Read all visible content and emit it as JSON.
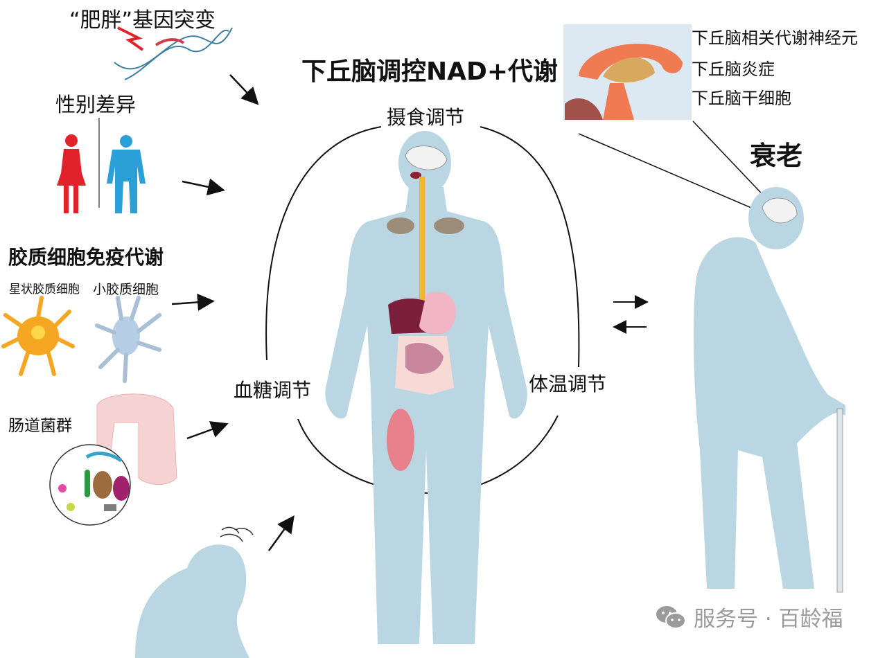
{
  "title": "下丘脑调控NAD+代谢",
  "left_factors": {
    "gene_mutation": "“肥胖”基因突变",
    "sex_difference": "性别差异",
    "glial_immune": {
      "title": "胶质细胞免疫代谢",
      "astrocyte": "星状胶质细胞",
      "microglia": "小胶质细胞"
    },
    "gut_microbiota": "肠道菌群"
  },
  "regulation_cycle": {
    "top": "摄食调节",
    "left": "血糖调节",
    "right": "体温调节"
  },
  "aging": {
    "label": "衰老",
    "brain_inset_labels": [
      "下丘脑相关代谢神经元",
      "下丘脑炎症",
      "下丘脑干细胞"
    ]
  },
  "watermark": {
    "icon": "wechat-icon",
    "text": "服务号 · 百龄福"
  },
  "colors": {
    "body_blue": "#b9d6e2",
    "female_red": "#e0232b",
    "male_blue": "#2a9fd8",
    "spine_yellow": "#f2b632",
    "astrocyte_orange": "#f5a623",
    "brain_orange": "#f07a52",
    "watermark_gray": "#9a9a9a"
  }
}
